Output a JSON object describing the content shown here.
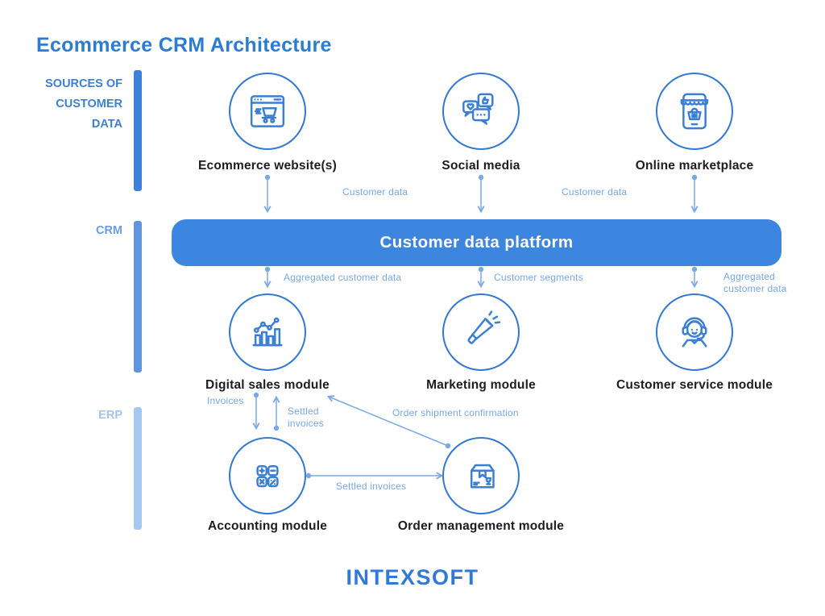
{
  "title": "Ecommerce CRM Architecture",
  "sidebar": {
    "sources": {
      "lines": [
        "SOURCES OF",
        "CUSTOMER",
        "DATA"
      ]
    },
    "crm": "CRM",
    "erp": "ERP"
  },
  "nodes": {
    "ecommerce_website": "Ecommerce website(s)",
    "social_media": "Social media",
    "online_marketplace": "Online marketplace",
    "platform": "Customer data platform",
    "digital_sales": "Digital sales module",
    "marketing": "Marketing module",
    "customer_service": "Customer service module",
    "accounting": "Accounting module",
    "order_management": "Order management module"
  },
  "edges": {
    "customer_data_left": "Customer data",
    "customer_data_right": "Customer data",
    "aggregated_left": "Aggregated customer data",
    "customer_segments": "Customer segments",
    "aggregated_right_lines": [
      "Aggregated",
      "customer data"
    ],
    "invoices": "Invoices",
    "settled_invoices_vertical_lines": [
      "Settled",
      "invoices"
    ],
    "order_shipment": "Order shipment confirmation",
    "settled_invoices_horizontal": "Settled invoices"
  },
  "logo": "INTEXSOFT",
  "colors": {
    "title": "#2b7cd3",
    "platform_fill": "#3c86e0",
    "bar_sources": "#3d82d8",
    "bar_crm": "#6095dd",
    "bar_erp": "#a6c8f0",
    "edge": "#7aa8e5",
    "icon_stroke": "#3a7fd4",
    "node_label": "#1a1d24"
  }
}
